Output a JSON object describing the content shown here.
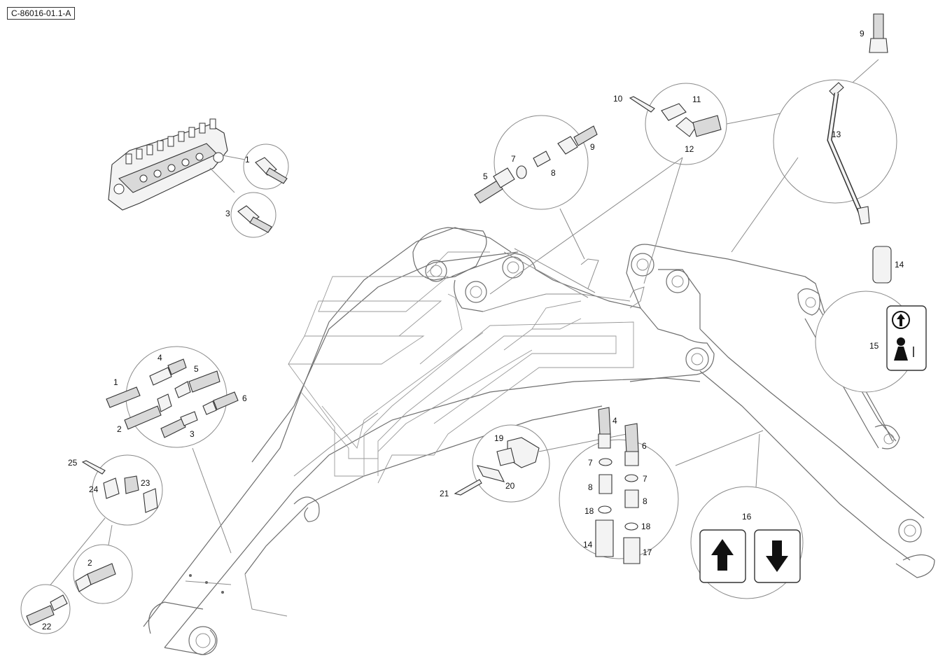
{
  "reference_code": "C-86016-01.1-A",
  "callouts": {
    "c_valve_1": "1",
    "c_valve_3": "3",
    "c_top_5": "5",
    "c_top_7": "7",
    "c_top_8": "8",
    "c_top_9": "9",
    "c_clamp_10": "10",
    "c_clamp_11": "11",
    "c_clamp_12": "12",
    "c_pipe_9": "9",
    "c_pipe_13": "13",
    "c_pipe_14": "14",
    "c_decal_15": "15",
    "c_left_1": "1",
    "c_left_2": "2",
    "c_left_3": "3",
    "c_left_4": "4",
    "c_left_5": "5",
    "c_left_6": "6",
    "c_lclamp_25": "25",
    "c_lclamp_24": "24",
    "c_lclamp_23": "23",
    "c_bl_2": "2",
    "c_bl_22": "22",
    "c_mid_19": "19",
    "c_mid_20": "20",
    "c_mid_21": "21",
    "c_r_4": "4",
    "c_r_6": "6",
    "c_r_7a": "7",
    "c_r_7b": "7",
    "c_r_8a": "8",
    "c_r_8b": "8",
    "c_r_18a": "18",
    "c_r_18b": "18",
    "c_r_14": "14",
    "c_r_17": "17",
    "c_decal_16": "16"
  },
  "icons": [
    "arrow-up-icon",
    "arrow-down-icon",
    "lever-icon"
  ],
  "colors": {
    "line": "#6e6e6e",
    "part_fill": "#f3f3f3",
    "text": "#111111"
  }
}
